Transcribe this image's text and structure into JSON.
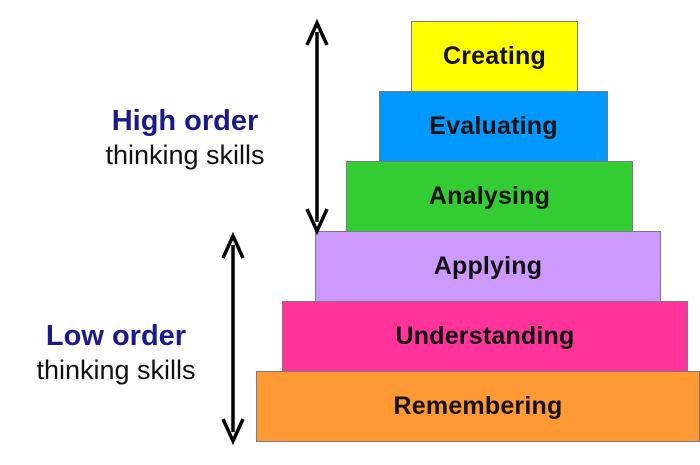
{
  "levels": [
    {
      "label": "Creating",
      "color": "#ffff00"
    },
    {
      "label": "Evaluating",
      "color": "#0099ff"
    },
    {
      "label": "Analysing",
      "color": "#33cc33"
    },
    {
      "label": "Applying",
      "color": "#cc99ff"
    },
    {
      "label": "Understanding",
      "color": "#ff3399"
    },
    {
      "label": "Remembering",
      "color": "#ff9933"
    }
  ],
  "groups": {
    "high": {
      "title": "High order",
      "subtitle": "thinking skills"
    },
    "low": {
      "title": "Low order",
      "subtitle": "thinking skills"
    }
  },
  "colors": {
    "group_title": "#1a1a8c",
    "arrow": "#000000"
  }
}
